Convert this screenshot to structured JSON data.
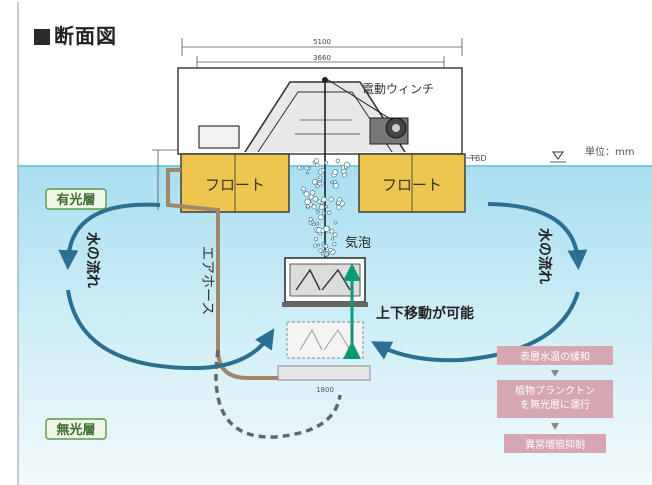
{
  "title": "断面図",
  "dimensions": {
    "outer": "5100",
    "inner": "3660",
    "tbd_label": "TBD",
    "bottom": "1800"
  },
  "labels": {
    "winch": "電動ウィンチ",
    "unit": "単位：mm",
    "float_left": "フロート",
    "float_right": "フロート",
    "photic_layer": "有光層",
    "aphotic_layer": "無光層",
    "water_flow_left": "水の流れ",
    "water_flow_right": "水の流れ",
    "air_hose": "エアホース",
    "bubbles": "気泡",
    "vertical_move": "上下移動が可能"
  },
  "flow_steps": [
    "表層水温の緩和",
    "植物プランクトンを無光層に運行",
    "異常増殖抑制"
  ],
  "colors": {
    "water_top": "#bfe6f2",
    "water_bottom": "#f3f9fb",
    "float": "#eec64f",
    "arrow": "#2b6f93",
    "hose": "#a0876a",
    "tag_green": "#5a9a4a",
    "flow_box": "#d6a6b2",
    "vertical_arrow": "#0b9a78"
  },
  "icons": [
    "winch-icon",
    "bubble-icon",
    "down-arrow-icon"
  ]
}
